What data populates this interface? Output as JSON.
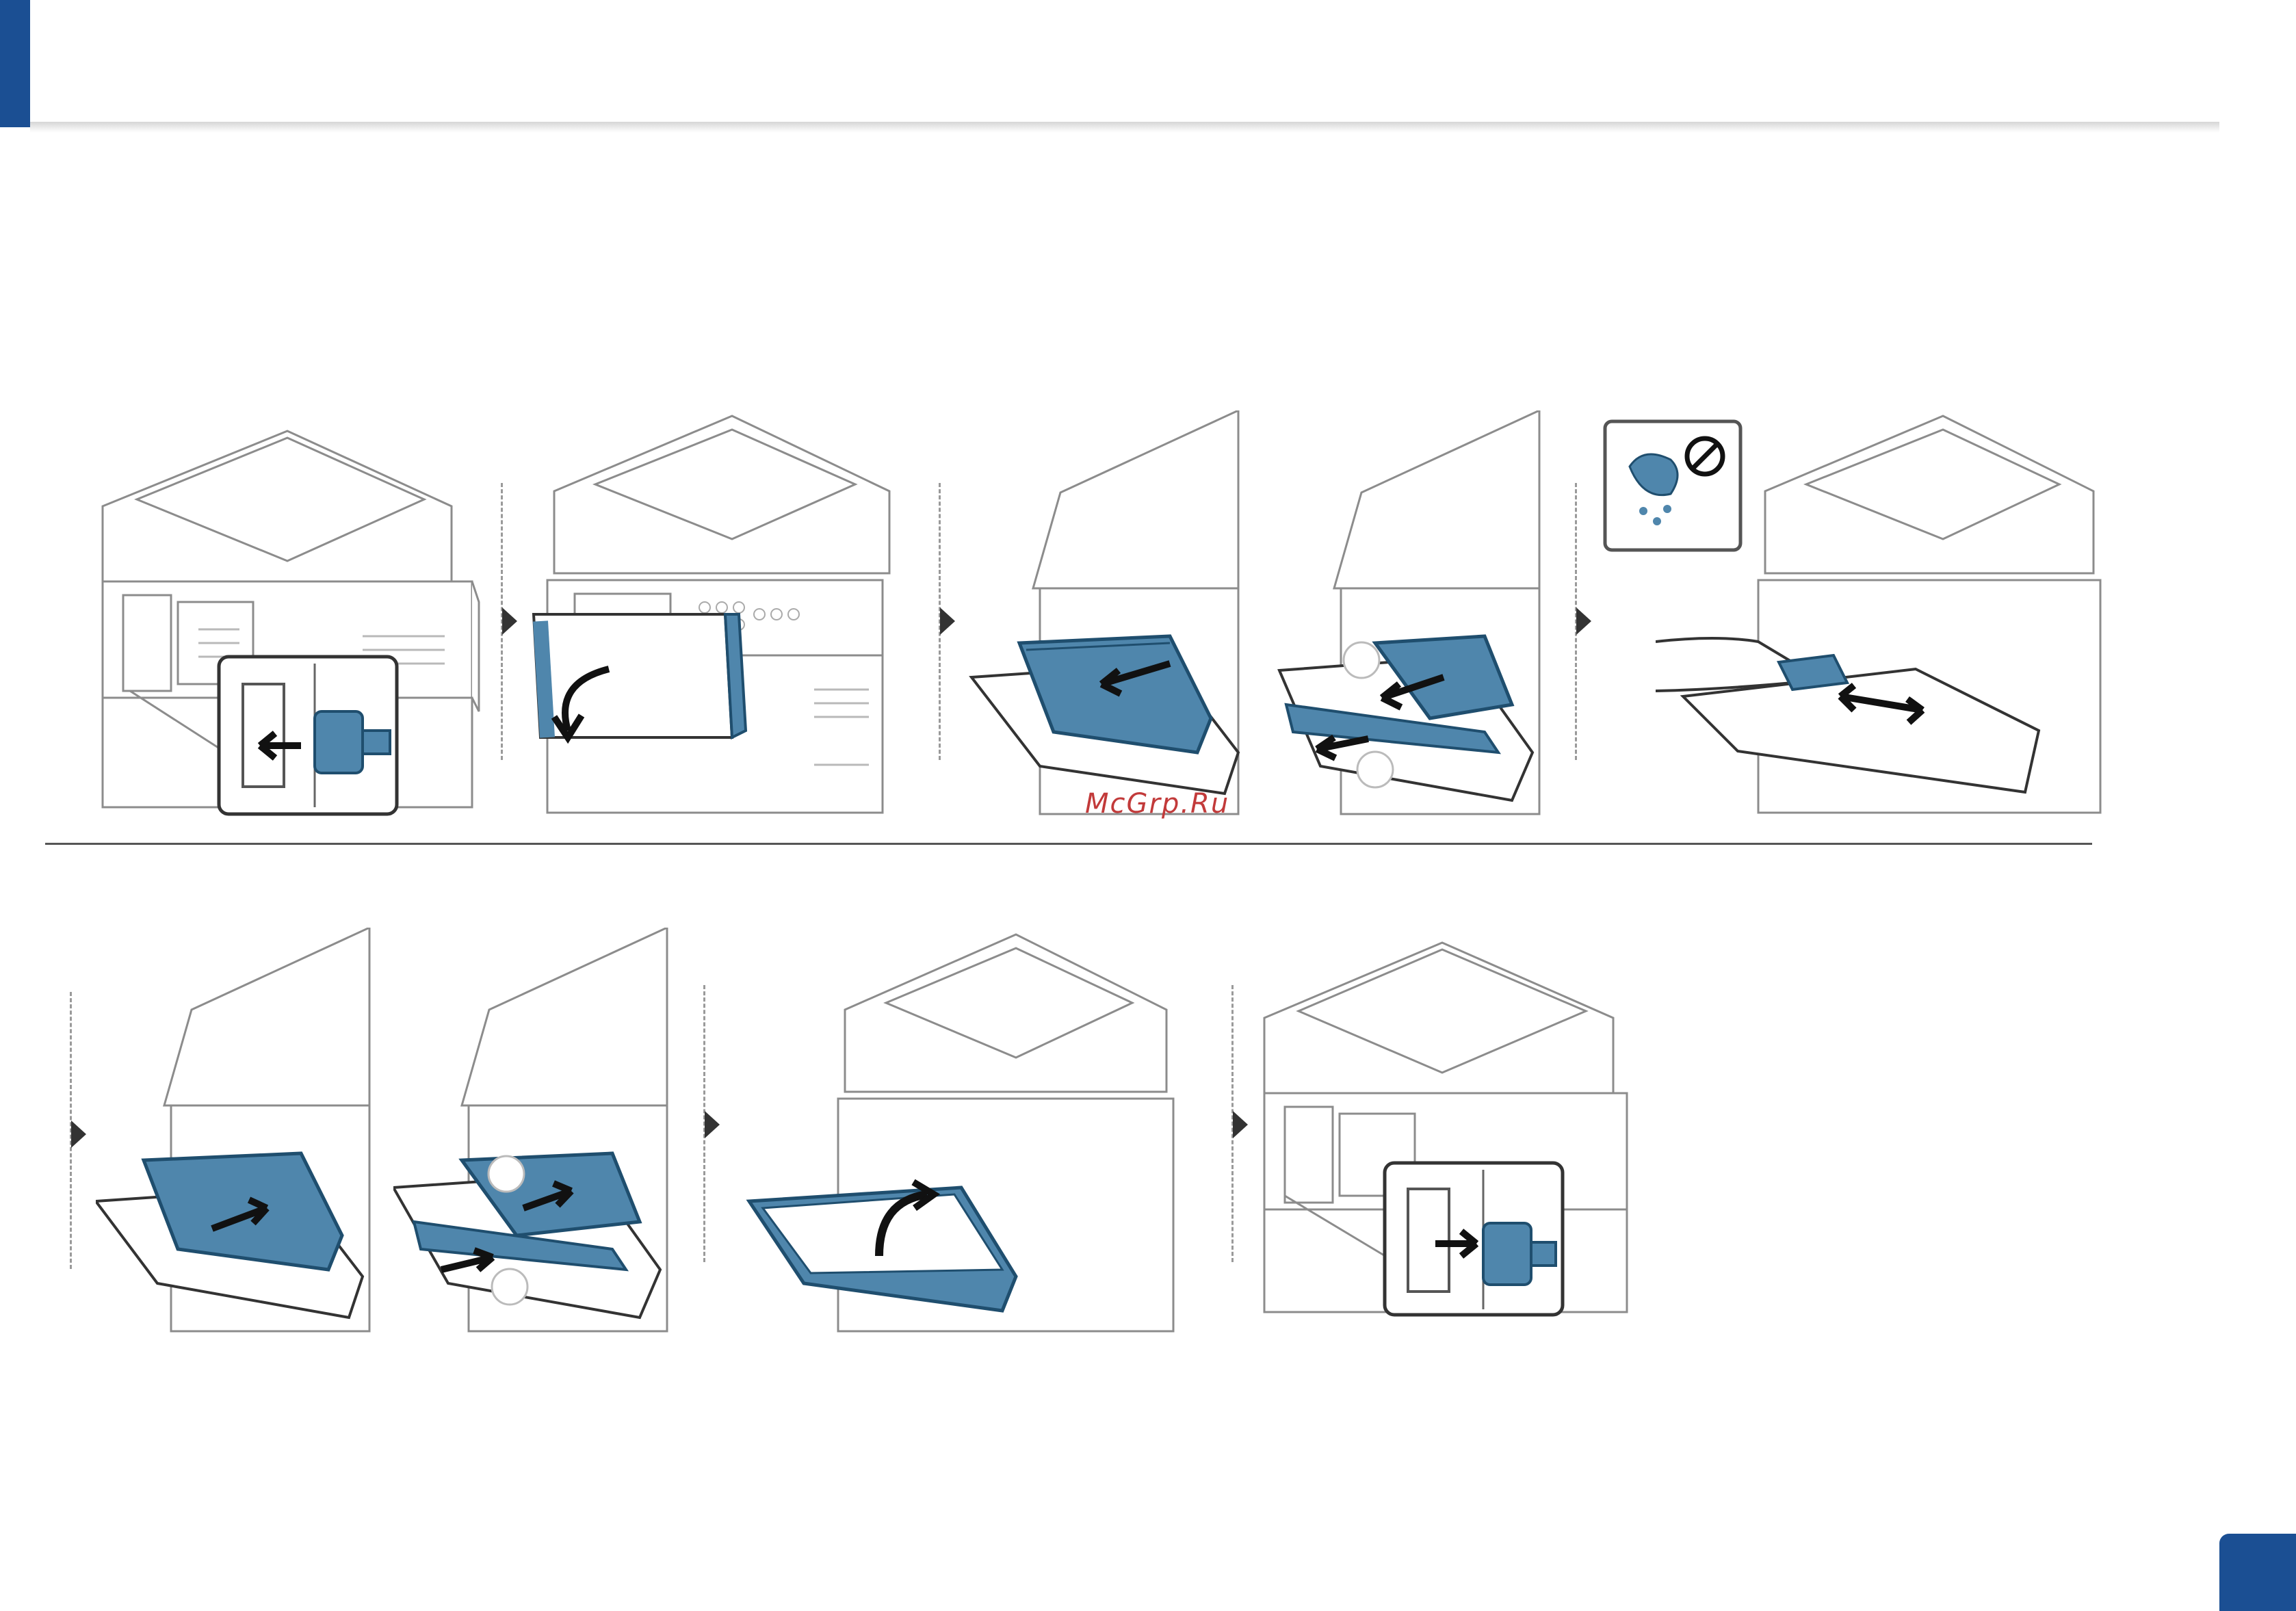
{
  "watermark": {
    "text": "McGrp.Ru"
  },
  "colors": {
    "accent": "#1b4f93",
    "part": "#4f86ac",
    "line": "#8c8c8c"
  },
  "steps": [
    {
      "name": "unplug-power-cord",
      "icon": "plug-out-icon"
    },
    {
      "name": "open-front-cover",
      "icon": "door-open-icon"
    },
    {
      "name": "pull-out-toner-cartridge",
      "icon": "arrow-out-icon"
    },
    {
      "name": "pull-out-imaging-unit",
      "icon": "arrow-out-icon"
    },
    {
      "name": "wipe-inside-with-dry-cloth",
      "icon": "no-water-icon"
    },
    {
      "name": "insert-toner-cartridge",
      "icon": "arrow-in-icon"
    },
    {
      "name": "insert-imaging-unit",
      "icon": "arrow-in-icon"
    },
    {
      "name": "close-front-cover",
      "icon": "door-close-icon"
    },
    {
      "name": "plug-in-power-cord",
      "icon": "plug-in-icon"
    }
  ]
}
